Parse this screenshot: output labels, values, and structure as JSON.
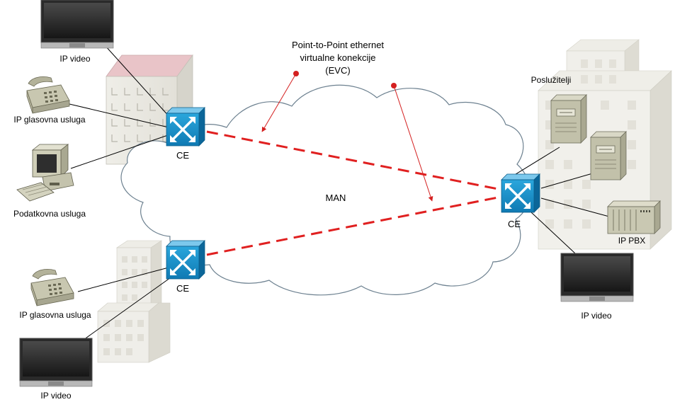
{
  "colors": {
    "link": "#e02020",
    "callout": "#d42020",
    "switch": "#1a8fc9",
    "cloud_stroke": "#6d8190",
    "cloud_fill": "#ffffff"
  },
  "evc_label": {
    "line1": "Point-to-Point ethernet",
    "line2": "virtualne konekcije",
    "line3": "(EVC)"
  },
  "network": {
    "cloud_label": "MAN"
  },
  "switches": {
    "ce_top_left": "CE",
    "ce_bottom_left": "CE",
    "ce_right": "CE"
  },
  "devices": {
    "ip_video_top": "IP video",
    "phone_top": "IP glasovna usluga",
    "computer": "Podatkovna usluga",
    "phone_bottom": "IP glasovna usluga",
    "ip_video_bottom_left": "IP video",
    "servers": "Poslužitelji",
    "pbx": "IP PBX",
    "ip_video_right": "IP video"
  }
}
